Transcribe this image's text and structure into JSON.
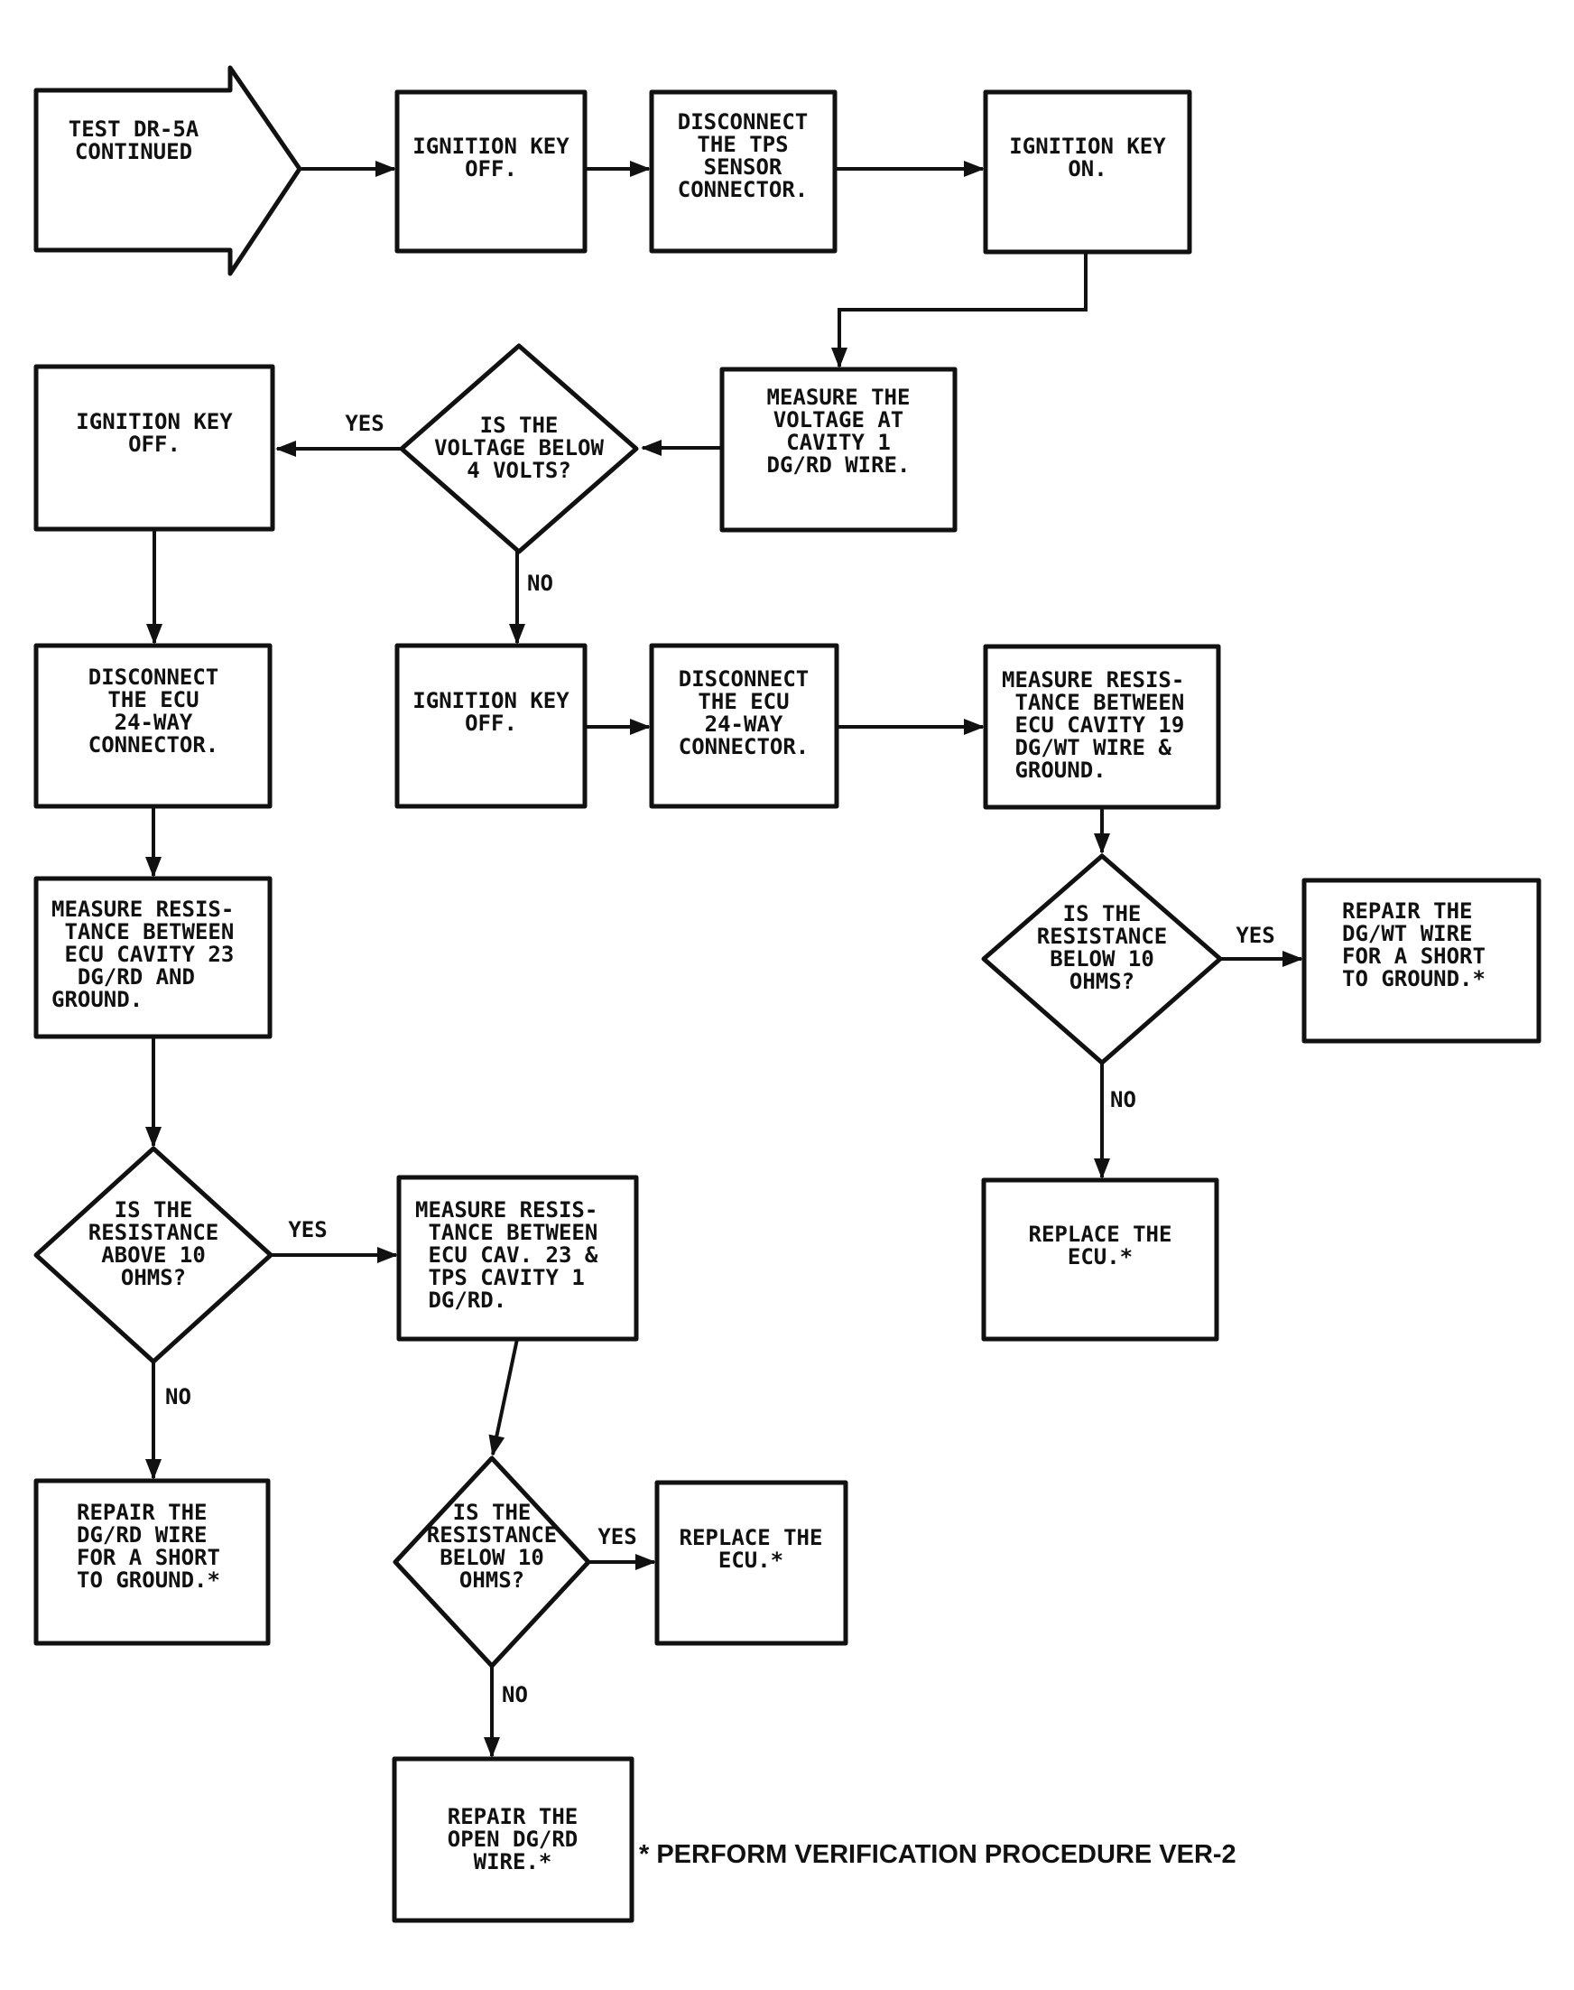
{
  "page": {
    "background": "#ffffff",
    "ink": "#111111"
  },
  "flowchart": {
    "start": "TEST DR-5A\nCONTINUED",
    "nodes": {
      "ign_key_off_top": "IGNITION KEY\nOFF.",
      "disconnect_tps": "DISCONNECT\nTHE TPS\nSENSOR\nCONNECTOR.",
      "ign_key_on": "IGNITION KEY\nON.",
      "measure_voltage_cav1": "MEASURE THE\nVOLTAGE AT\nCAVITY 1\nDG/RD WIRE.",
      "ign_key_off_left": "IGNITION KEY\nOFF.",
      "ign_key_off_mid": "IGNITION KEY\nOFF.",
      "disconnect_ecu_left": "DISCONNECT\nTHE ECU\n24-WAY\nCONNECTOR.",
      "disconnect_ecu_mid": "DISCONNECT\nTHE ECU\n24-WAY\nCONNECTOR.",
      "measure_res_cav23_ground": "MEASURE RESIS-\n TANCE BETWEEN\n ECU CAVITY 23\n  DG/RD AND\nGROUND.",
      "measure_res_cav19_ground": "MEASURE RESIS-\n TANCE BETWEEN\n ECU CAVITY 19\n DG/WT WIRE &\n GROUND.",
      "measure_res_cav23_tps1": "MEASURE RESIS-\n TANCE BETWEEN\n ECU CAV. 23 &\n TPS CAVITY 1\n DG/RD.",
      "repair_dgrd_short": "REPAIR THE\nDG/RD WIRE\nFOR A SHORT\nTO GROUND.*",
      "repair_dgwt_short": "REPAIR THE\nDG/WT WIRE\nFOR A SHORT\nTO GROUND.*",
      "replace_ecu_right": "REPLACE THE\nECU.*",
      "replace_ecu_bottom": "REPLACE THE\nECU.*",
      "repair_open_dgrd": "REPAIR THE\nOPEN DG/RD\nWIRE.*"
    },
    "decisions": {
      "voltage_below_4": "IS THE\nVOLTAGE BELOW\n4 VOLTS?",
      "res_above_10": "IS THE\nRESISTANCE\nABOVE 10\nOHMS?",
      "res_below_10_right": "IS THE\nRESISTANCE\nBELOW 10\nOHMS?",
      "res_below_10_bottom": "IS THE\nRESISTANCE\nBELOW 10\nOHMS?"
    },
    "edge_labels": {
      "yes_voltage": "YES",
      "no_voltage": "NO",
      "yes_res_above": "YES",
      "no_res_above": "NO",
      "yes_res_right": "YES",
      "no_res_right": "NO",
      "yes_res_bottom": "YES",
      "no_res_bottom": "NO"
    },
    "footnote": "* PERFORM VERIFICATION PROCEDURE VER-2"
  }
}
